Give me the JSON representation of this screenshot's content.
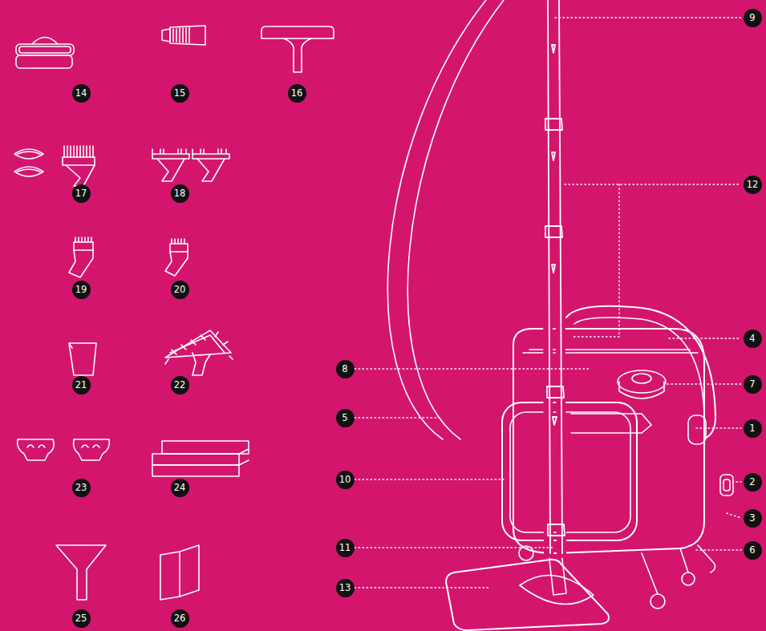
{
  "diagram": {
    "labels": [
      "14",
      "15",
      "16",
      "17",
      "18",
      "19",
      "20",
      "21",
      "22",
      "23",
      "24",
      "25",
      "26",
      "9",
      "12",
      "4",
      "8",
      "7",
      "5",
      "1",
      "2",
      "10",
      "3",
      "6",
      "11",
      "13"
    ]
  }
}
